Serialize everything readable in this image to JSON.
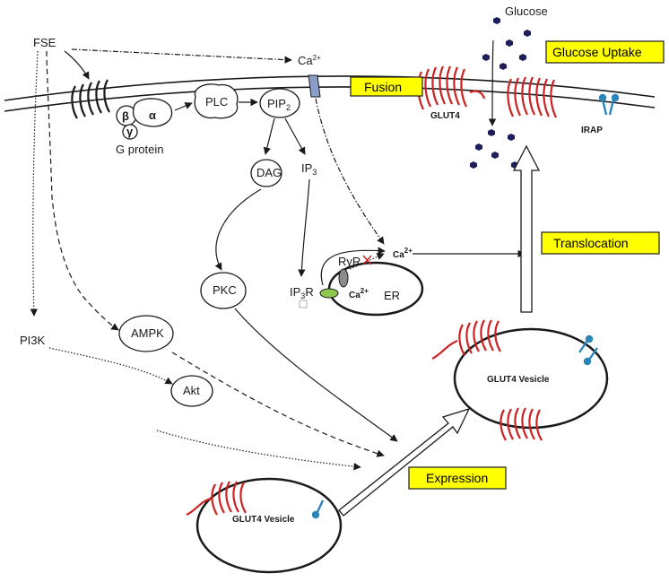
{
  "inputs": {
    "fse": "FSE",
    "glucose": "Glucose"
  },
  "membrane": {
    "glut4": "GLUT4",
    "irap": "IRAP",
    "g_protein": "G protein",
    "beta": "β",
    "alpha": "α",
    "gamma": "γ"
  },
  "molecules": {
    "plc": "PLC",
    "pip": "PIP",
    "pip_sub": "2",
    "dag": "DAG",
    "ip3": "IP",
    "ip3_sub": "3",
    "pkc": "PKC",
    "ip3r": "IP",
    "ip3r_sub": "3",
    "ip3r_tail": "R",
    "ryr": "RyR",
    "er": "ER",
    "ca": "Ca",
    "ca_sup": "2+",
    "pi3k": "PI3K",
    "ampk": "AMPK",
    "akt": "Akt"
  },
  "vesicles": {
    "upper": "GLUT4 Vesicle",
    "lower": "GLUT4 Vesicle"
  },
  "process_labels": {
    "glucose_uptake": "Glucose Uptake",
    "fusion": "Fusion",
    "translocation": "Translocation",
    "expression": "Expression"
  },
  "colors": {
    "highlight": "#ffff00",
    "glut4": "#cc2222",
    "irap": "#2a86b8",
    "glucose": "#1e1e5a",
    "ip3r": "#8fc850",
    "ryr": "#8c8c8c"
  }
}
